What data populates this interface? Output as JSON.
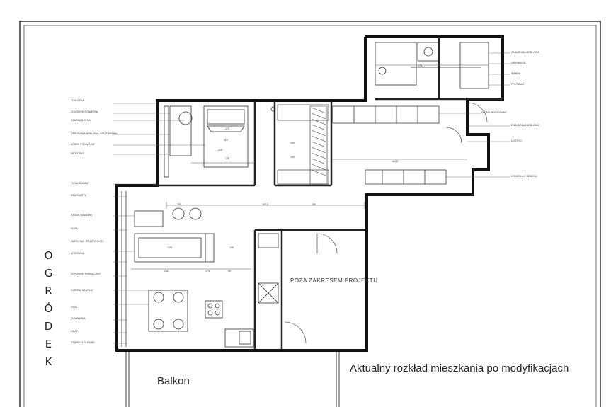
{
  "caption": "Aktualny rozkład mieszkania po modyfikacjach",
  "balcony_label": "Balkon",
  "garden_letters": [
    "O",
    "G",
    "R",
    "Ó",
    "D",
    "E",
    "K"
  ],
  "out_of_scope_label": "POZA ZAKRESEM PROJEKTU",
  "left_annotations": [
    "TOALETKA",
    "SCHOWEK/TOALETKA",
    "SZAFKA NOCNA",
    "ZABUDOWA MEBLOWA / GARDEROBA",
    "ŁÓŻKO PODWÓJNE",
    "SIEDZISKO",
    "TV NA ŚCIANIE",
    "SZAFKA RTV",
    "STOLIK KAWOWY",
    "SOFA",
    "NAROŻNIK - PRZEDPOKÓJ",
    "LODÓWKA",
    "SCHOWEK PODRĘCZNY",
    "SYSTEM NA WINO",
    "STÓŁ",
    "ZMYWARKA",
    "OKAP",
    "SZAFKI KUCHENNE"
  ],
  "right_annotations": [
    "ZABUDOWA MEBLOWA",
    "UMYWALKA",
    "WANNA",
    "PRYSZNIC",
    "DRZWI PRZESUWNE",
    "ZABUDOWA MEBLOWA",
    "LUSTRO",
    "KONSOLA Z SZAFKĄ"
  ],
  "dimensions": [
    "170",
    "110",
    "220",
    "170",
    "150",
    "100",
    "175",
    "163,5",
    "164,5",
    "250",
    "185",
    "229",
    "150",
    "211",
    "179",
    "99"
  ]
}
